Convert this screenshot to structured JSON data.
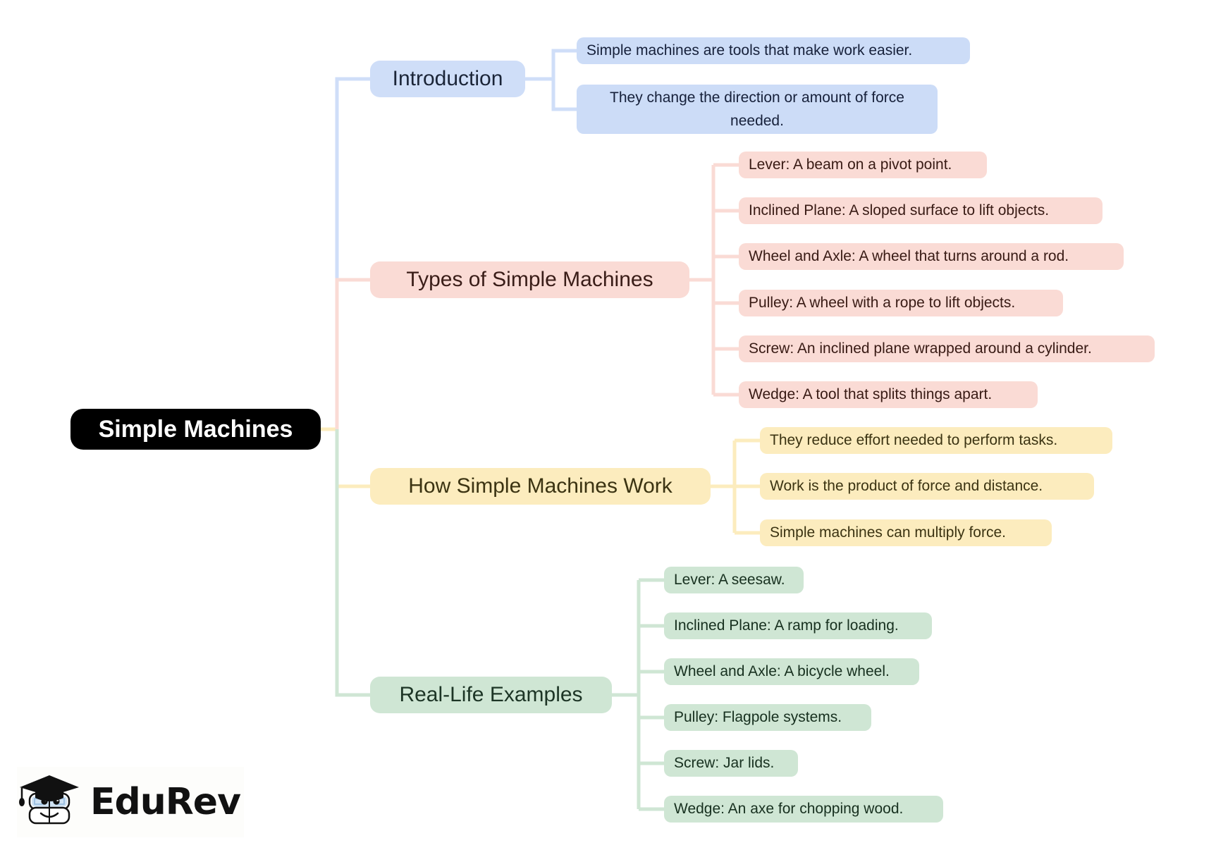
{
  "mindmap": {
    "root": {
      "label": "Simple Machines",
      "color": "#000000"
    },
    "branches": [
      {
        "label": "Introduction",
        "color": "#cfdef8",
        "children": [
          "Simple machines are tools that make work easier.",
          "They change the direction or amount of force needed."
        ]
      },
      {
        "label": "Types of Simple Machines",
        "color": "#fadbd5",
        "children": [
          "Lever: A beam on a pivot point.",
          "Inclined Plane: A sloped surface to lift objects.",
          "Wheel and Axle: A wheel that turns around a rod.",
          "Pulley: A wheel with a rope to lift objects.",
          "Screw: An inclined plane wrapped around a cylinder.",
          "Wedge: A tool that splits things apart."
        ]
      },
      {
        "label": "How Simple Machines Work",
        "color": "#fcecbe",
        "children": [
          "They reduce effort needed to perform tasks.",
          "Work is the product of force and distance.",
          "Simple machines can multiply force."
        ]
      },
      {
        "label": "Real-Life Examples",
        "color": "#cfe6d4",
        "children": [
          "Lever: A seesaw.",
          "Inclined Plane: A ramp for loading.",
          "Wheel and Axle: A bicycle wheel.",
          "Pulley: Flagpole systems.",
          "Screw: Jar lids.",
          "Wedge: An axe for chopping wood."
        ]
      }
    ]
  },
  "logo": {
    "wordmark": "EduRev"
  }
}
